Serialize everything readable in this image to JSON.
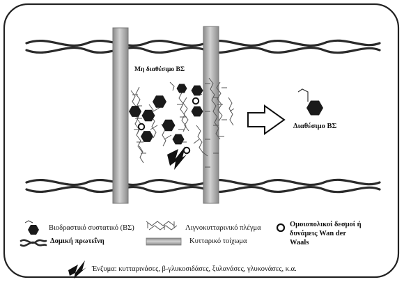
{
  "diagram": {
    "label_unavailable": "Μη διαθέσιμο ΒΣ",
    "label_available": "Διαθέσιμο ΒΣ"
  },
  "legend": {
    "bioactive": "Βιοδραστικό συστατικό (ΒΣ)",
    "lignocellulose": "Λιγνοκυτταρινικό πλέγμα",
    "bonds_line1": "Ομοιοπολικοί δεσμοί ή",
    "bonds_line2": "δυνάμεις Wan der",
    "bonds_line3": "Waals",
    "protein": "Δομική πρωτεΐνη",
    "cellwall": "Κυτταρικό τοίχωμα",
    "enzymes": "Ένζυμα: κυτταρινάσες, β-γλυκοσιδάσες, ξυλανάσες, γλυκονάσες, κ.α."
  },
  "colors": {
    "hexagon": "#1a1a1a",
    "wall": "#a8a8a8",
    "frame": "#222222"
  },
  "icons": [
    "hexagon-icon",
    "lignocellulose-icon",
    "ring-icon",
    "protein-icon",
    "wall-icon",
    "enzyme-icon",
    "arrow-icon"
  ]
}
